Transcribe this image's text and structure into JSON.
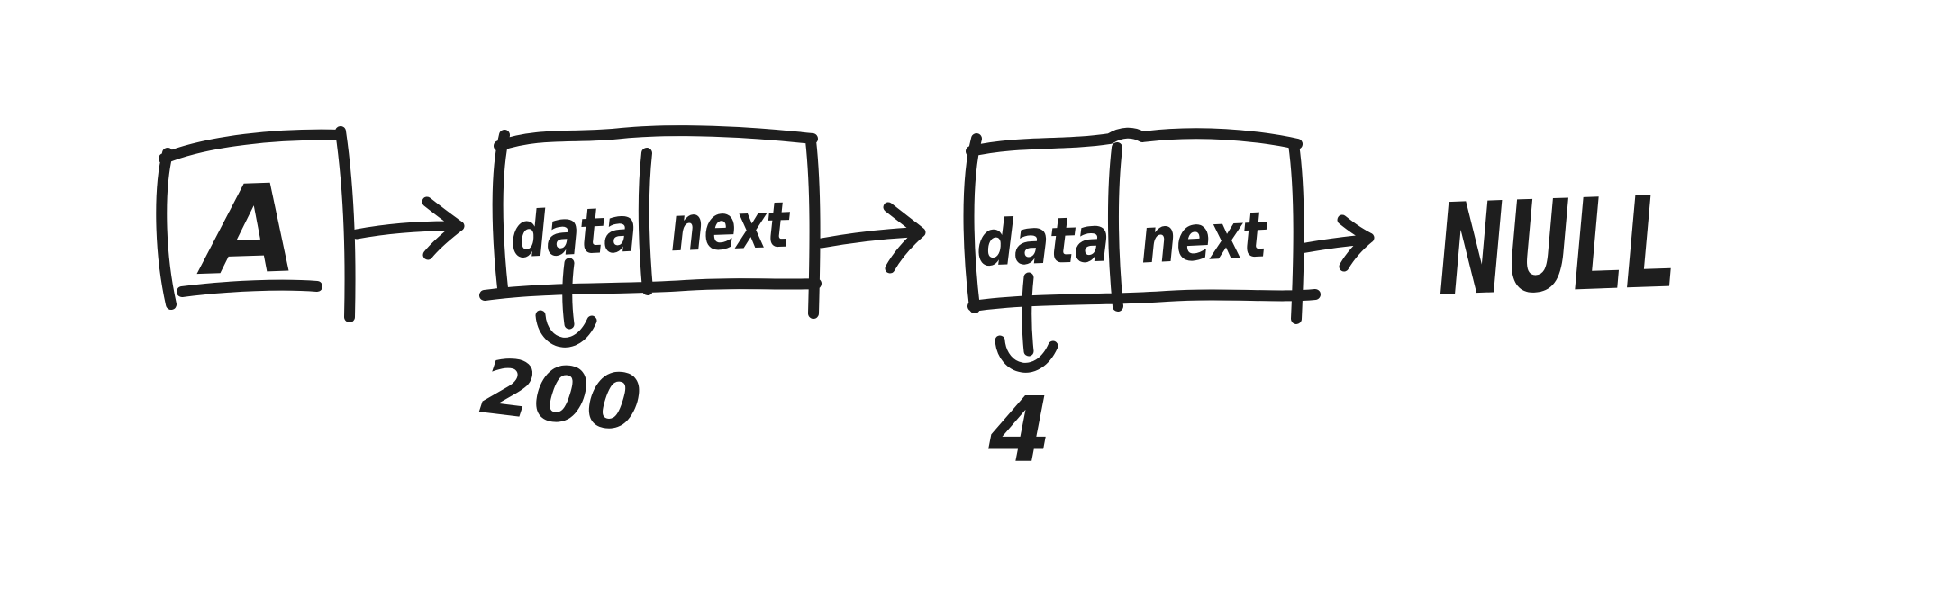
{
  "diagram": {
    "kind": "linked-list-sketch",
    "ink_color": "#1e1e1e",
    "background_color": "#ffffff",
    "head": {
      "label": "A"
    },
    "nodes": [
      {
        "data_label": "data",
        "next_label": "next",
        "value": "200"
      },
      {
        "data_label": "data",
        "next_label": "next",
        "value": "4"
      }
    ],
    "terminator_label": "NULL"
  }
}
